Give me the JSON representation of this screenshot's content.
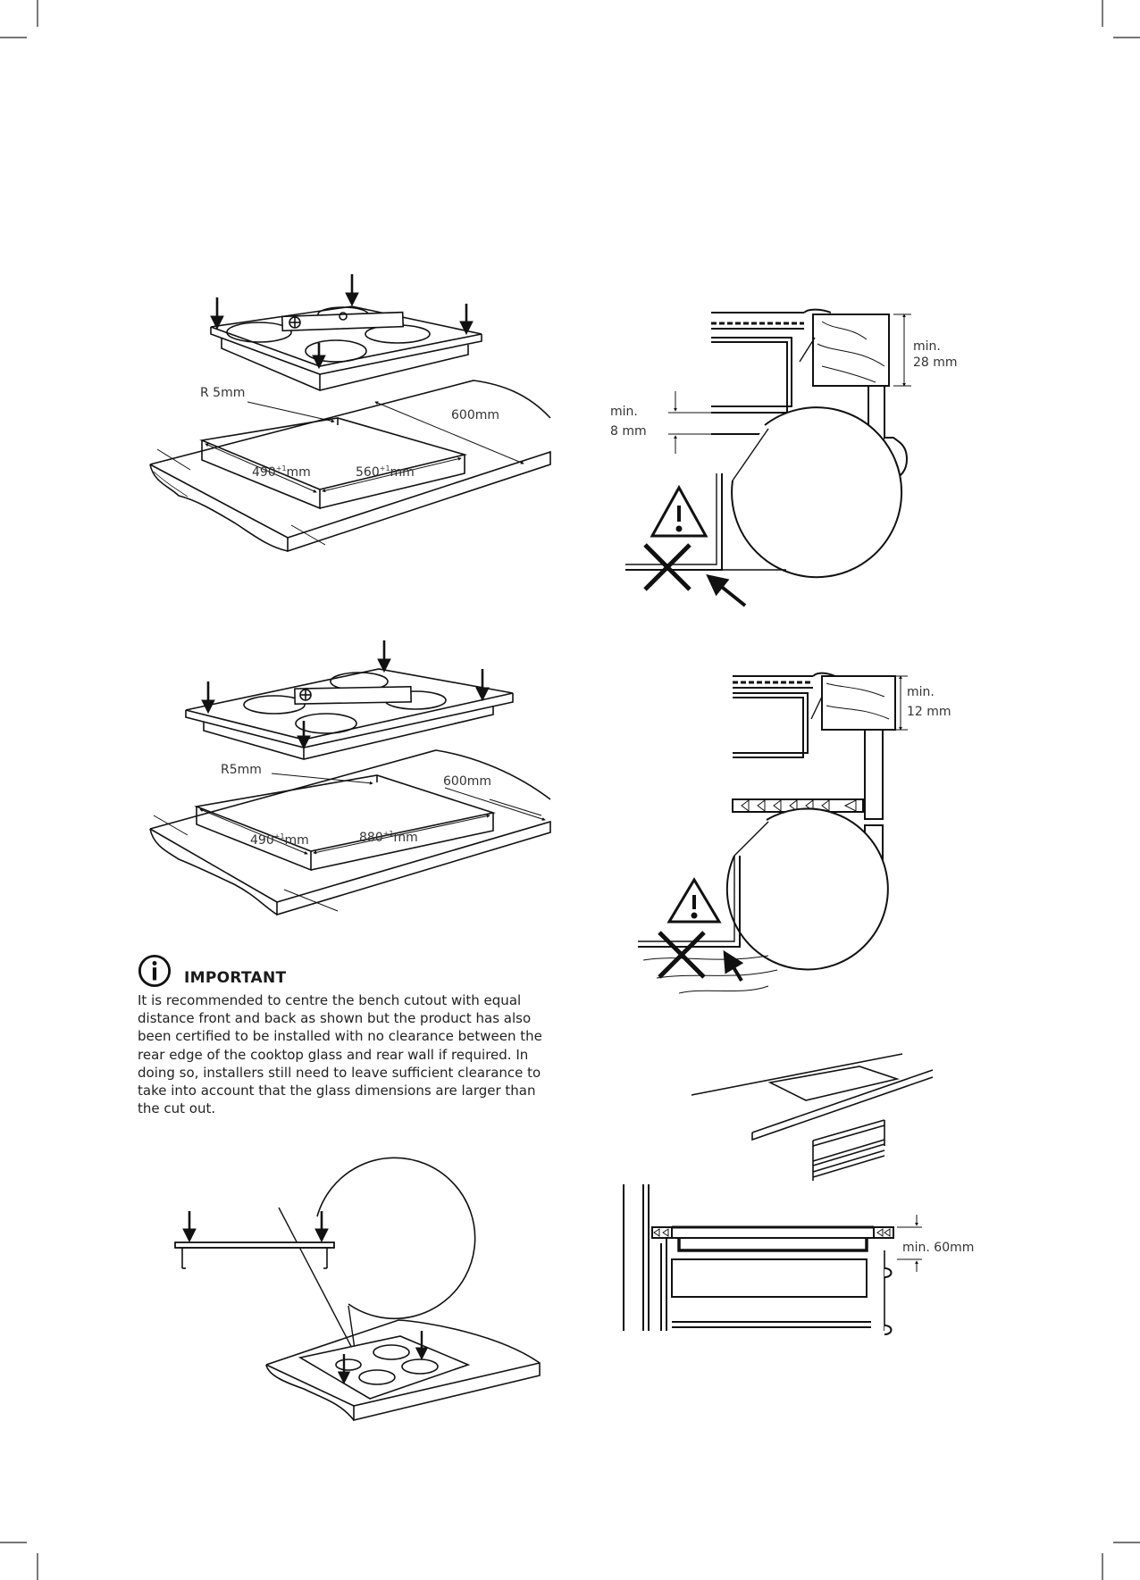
{
  "diagram1": {
    "radius": "R 5mm",
    "length": "600mm",
    "depth": "490",
    "depth_tol": "+1",
    "width": "560",
    "width_tol": "+1",
    "unit": "mm"
  },
  "diagram2": {
    "radius": "R5mm",
    "length": "600mm",
    "depth": "490",
    "depth_tol": "+1",
    "width": "880",
    "width_tol": "+1",
    "unit": "mm"
  },
  "clearance1": {
    "front": "min.",
    "front_value": "8 mm",
    "top": "min.",
    "top_value": "28 mm"
  },
  "clearance2": {
    "top": "min.",
    "top_value": "12 mm"
  },
  "clearance3": {
    "label": "min. 60mm"
  },
  "important": {
    "title": "IMPORTANT",
    "text": "It is recommended to centre the bench cutout with equal distance front and back as shown but the product has also been certified to be installed with no clearance between the rear edge of the cooktop glass and rear wall if required. In doing so, installers still need to leave sufficient clearance to take into account that the glass dimensions are larger than the cut out."
  }
}
